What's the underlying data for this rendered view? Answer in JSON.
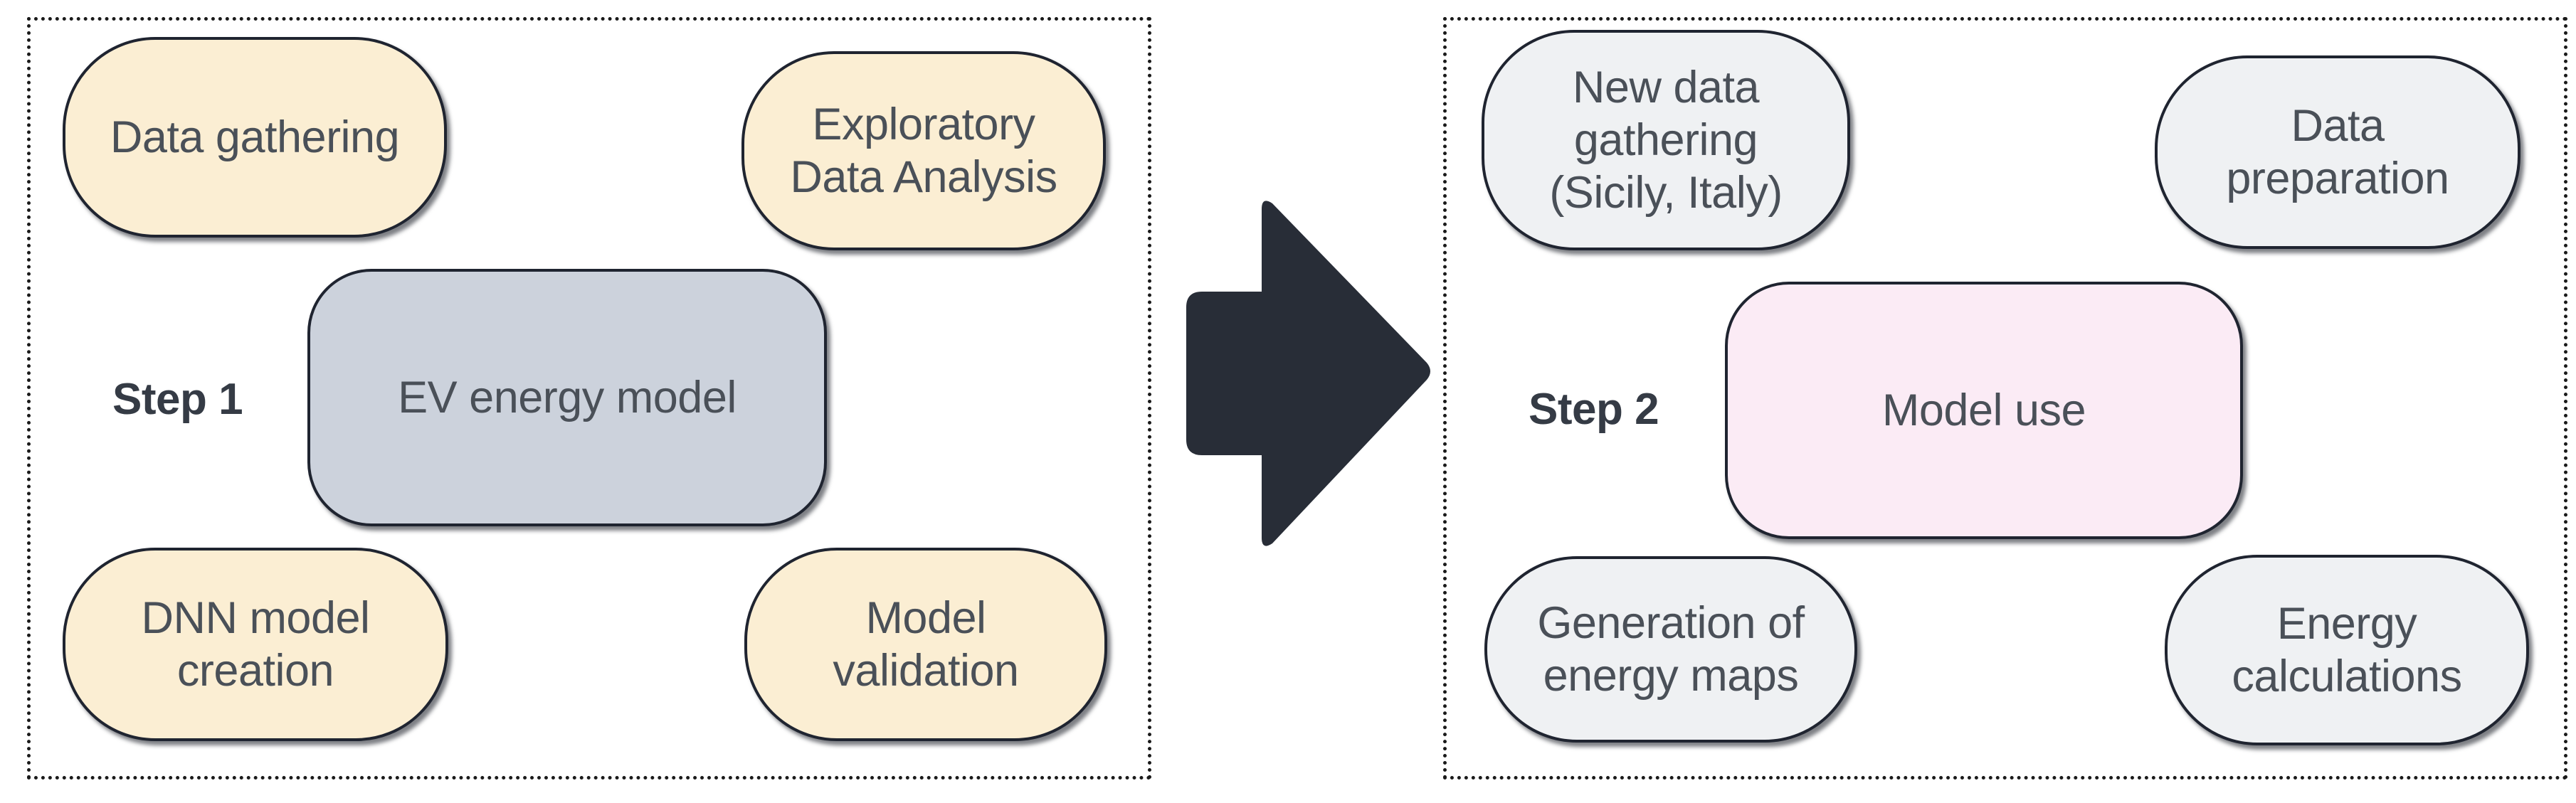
{
  "diagram": {
    "title_implicit": "Two-step EV energy modelling workflow",
    "colors": {
      "cream_fill": "#fbeed3",
      "grey_fill": "#eff1f3",
      "slate_fill": "#ccd2dc",
      "pink_fill": "#fbebf5",
      "node_border": "#1f2430",
      "text": "#4a5058",
      "panel_border": "#1a1a1a",
      "arrow_fill": "#282d37",
      "background": "#ffffff"
    },
    "connector": {
      "icon": "right-arrow-icon",
      "direction": "right",
      "from": "Step 1",
      "to": "Step 2"
    },
    "steps": [
      {
        "id": "step1",
        "label": "Step 1",
        "center_node": {
          "label": "EV energy model",
          "fill": "#ccd2dc"
        },
        "nodes": [
          {
            "id": "data-gathering",
            "label": "Data gathering",
            "position": "top-left",
            "fill": "#fbeed3"
          },
          {
            "id": "eda",
            "label": "Exploratory\nData Analysis",
            "position": "top-right",
            "fill": "#fbeed3"
          },
          {
            "id": "dnn-model-creation",
            "label": "DNN model\ncreation",
            "position": "bottom-left",
            "fill": "#fbeed3"
          },
          {
            "id": "model-validation",
            "label": "Model\nvalidation",
            "position": "bottom-right",
            "fill": "#fbeed3"
          }
        ]
      },
      {
        "id": "step2",
        "label": "Step 2",
        "center_node": {
          "label": "Model use",
          "fill": "#fbebf5"
        },
        "nodes": [
          {
            "id": "new-data-gathering",
            "label": "New data\ngathering\n(Sicily, Italy)",
            "position": "top-left",
            "fill": "#eff1f3"
          },
          {
            "id": "data-preparation",
            "label": "Data\npreparation",
            "position": "top-right",
            "fill": "#eff1f3"
          },
          {
            "id": "energy-maps",
            "label": "Generation of\nenergy maps",
            "position": "bottom-left",
            "fill": "#eff1f3"
          },
          {
            "id": "energy-calculations",
            "label": "Energy\ncalculations",
            "position": "bottom-right",
            "fill": "#eff1f3"
          }
        ]
      }
    ]
  }
}
